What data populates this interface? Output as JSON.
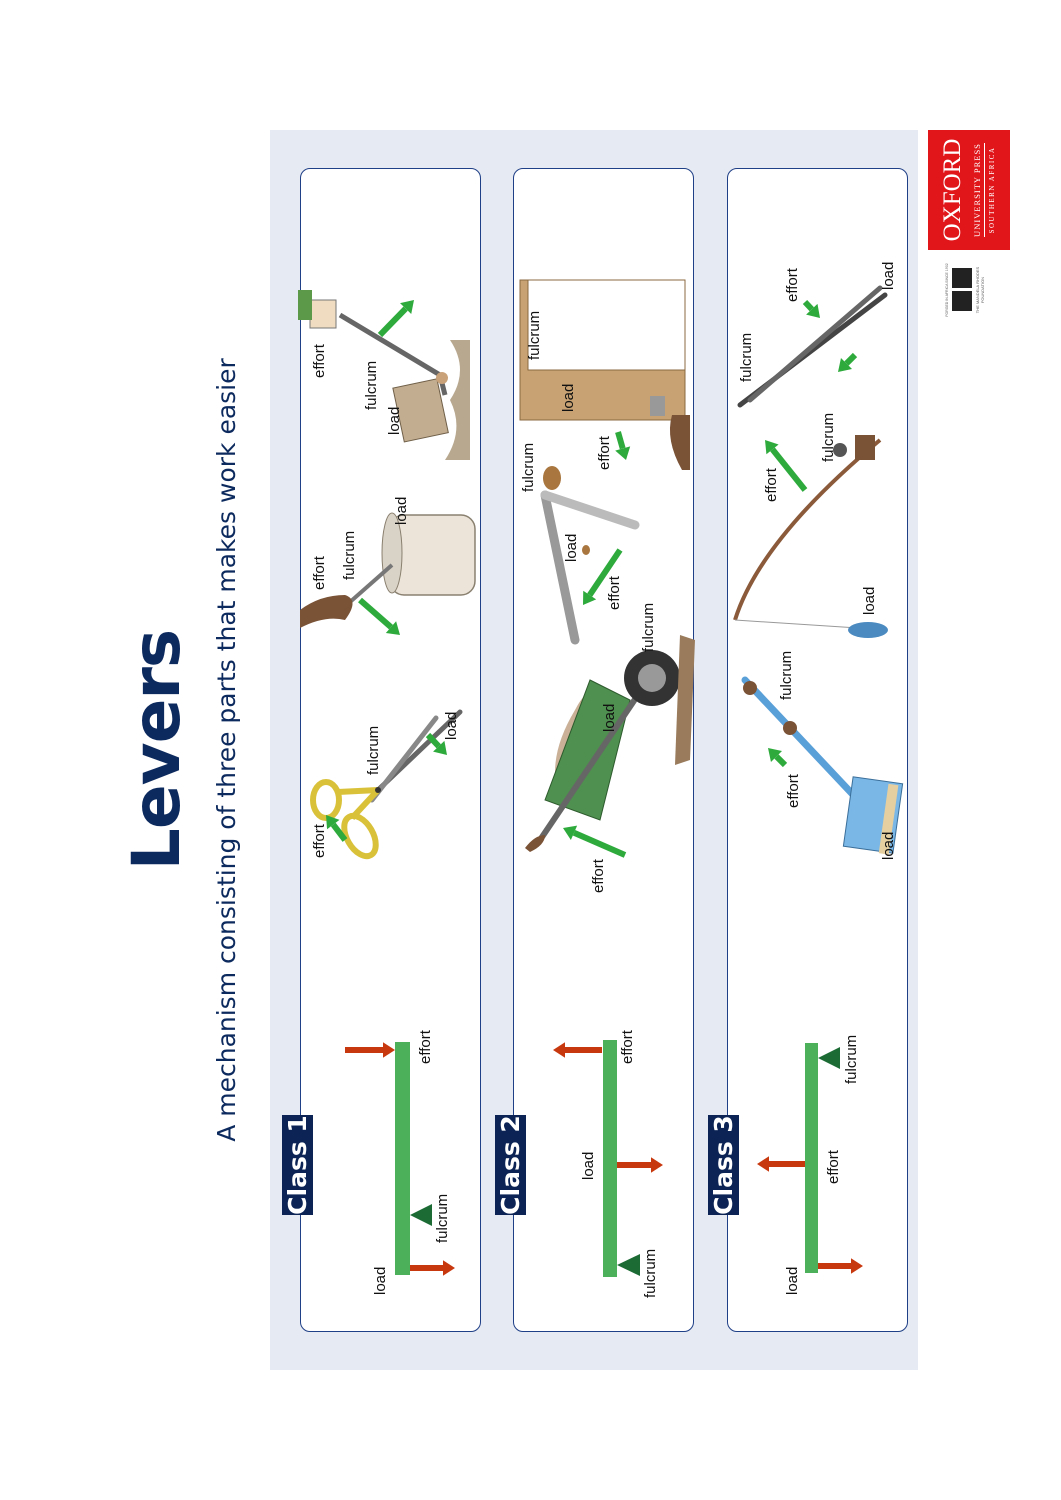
{
  "title": "Levers",
  "subtitle": "A mechanism consisting of three parts that makes work easier",
  "colors": {
    "navy": "#0b2455",
    "lever_bar": "#4caf5a",
    "force_arrow": "#c8380f",
    "fulcrum": "#1c6b35",
    "motion_arrow": "#2eaa3c",
    "panel": "#e6eaf2",
    "brand_red": "#e0161b"
  },
  "classes": [
    {
      "label": "Class 1",
      "diagram": {
        "load": "load",
        "fulcrum": "fulcrum",
        "effort": "effort"
      },
      "examples": [
        {
          "name": "scissors",
          "effort": "effort",
          "fulcrum": "fulcrum",
          "load": "load"
        },
        {
          "name": "paint-tin-opener",
          "effort": "effort",
          "fulcrum": "fulcrum",
          "load": "load"
        },
        {
          "name": "crowbar",
          "effort": "effort",
          "fulcrum": "fulcrum",
          "load": "load"
        }
      ]
    },
    {
      "label": "Class 2",
      "diagram": {
        "load": "load",
        "fulcrum": "fulcrum",
        "effort": "effort"
      },
      "examples": [
        {
          "name": "wheelbarrow",
          "effort": "effort",
          "load": "load",
          "fulcrum": "fulcrum"
        },
        {
          "name": "nutcracker",
          "fulcrum": "fulcrum",
          "load": "load",
          "effort": "effort"
        },
        {
          "name": "door",
          "fulcrum": "fulcrum",
          "load": "load",
          "effort": "effort"
        }
      ]
    },
    {
      "label": "Class 3",
      "diagram": {
        "load": "load",
        "fulcrum": "fulcrum",
        "effort": "effort"
      },
      "examples": [
        {
          "name": "broom",
          "load": "load",
          "effort": "effort",
          "fulcrum": "fulcrum"
        },
        {
          "name": "fishing-rod",
          "load": "load",
          "effort": "effort",
          "fulcrum": "fulcrum"
        },
        {
          "name": "tweezers",
          "fulcrum": "fulcrum",
          "effort": "effort",
          "load": "load"
        }
      ]
    }
  ],
  "logos": {
    "oxford": {
      "line1": "OXFORD",
      "line2": "UNIVERSITY PRESS",
      "line3": "SOUTHERN AFRICA"
    },
    "mandela": {
      "top": "FORGED IN AFRICA SINCE 1902",
      "bottom": "THE MANDELA RHODES FOUNDATION"
    }
  }
}
